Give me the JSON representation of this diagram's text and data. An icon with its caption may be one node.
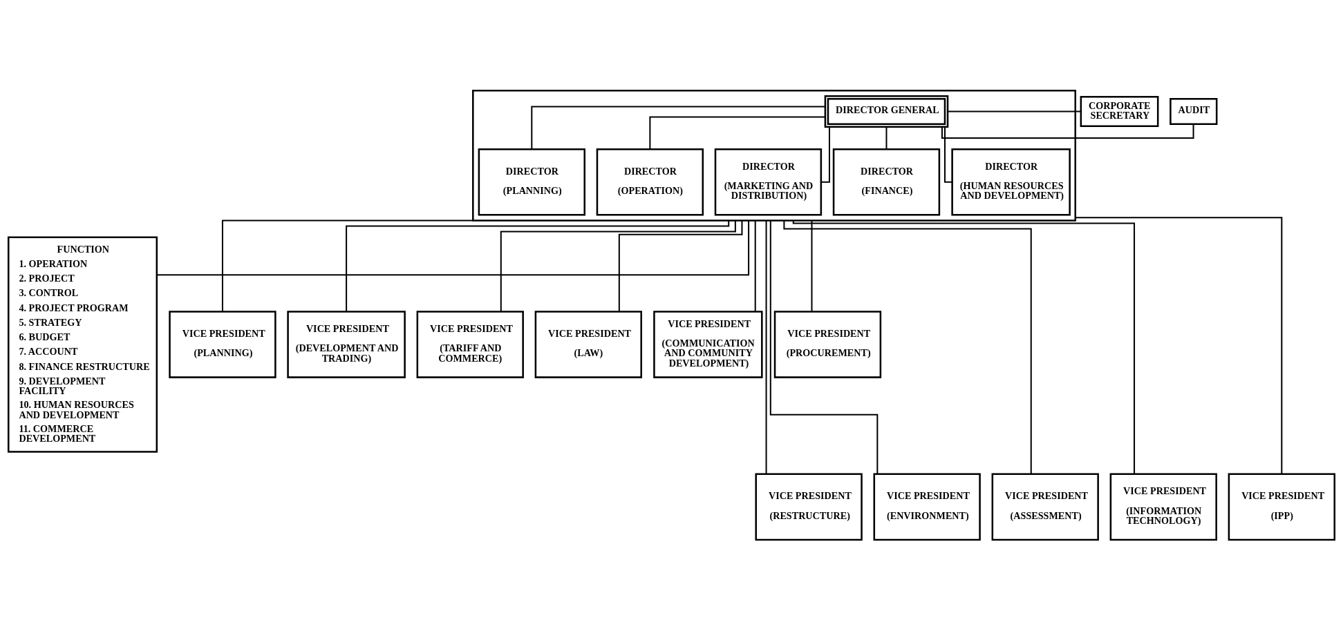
{
  "diagram": {
    "nodes": [
      {
        "text": [],
        "shape": "box"
      },
      {
        "text": [
          "DIRECTOR GENERAL"
        ],
        "in": 0
      },
      {
        "text": [
          "CORPORATE SECRETARY"
        ]
      },
      {
        "text": [
          "AUDIT"
        ]
      },
      {
        "text": [
          "DIRECTOR",
          "(PLANNING)"
        ],
        "in": 0
      },
      {
        "text": [
          "DIRECTOR",
          "(OPERATION)"
        ],
        "in": 0
      },
      {
        "text": [
          "DIRECTOR",
          "(MARKETING AND DISTRIBUTION)"
        ],
        "in": 0
      },
      {
        "text": [
          "DIRECTOR",
          "(FINANCE)"
        ],
        "in": 0
      },
      {
        "text": [
          "DIRECTOR",
          "(HUMAN RESOURCES AND DEVELOPMENT)"
        ],
        "in": 0
      },
      {
        "text": [
          "FUNCTION",
          "1. OPERATION",
          "2. PROJECT",
          "3. CONTROL",
          "4. PROJECT PROGRAM",
          "5. STRATEGY",
          "6. BUDGET",
          "7. ACCOUNT",
          "8. FINANCE RESTRUCTURE",
          "9. DEVELOPMENT FACILITY",
          "10. HUMAN RESOURCES AND DEVELOPMENT",
          "11. COMMERCE DEVELOPMENT"
        ]
      },
      {
        "text": [
          "VICE PRESIDENT",
          "(PLANNING)"
        ]
      },
      {
        "text": [
          "VICE PRESIDENT",
          "(DEVELOPMENT AND TRADING)"
        ]
      },
      {
        "text": [
          "VICE PRESIDENT",
          "(TARIFF AND COMMERCE)"
        ]
      },
      {
        "text": [
          "VICE PRESIDENT",
          "(LAW)"
        ]
      },
      {
        "text": [
          "VICE PRESIDENT",
          "(COMMUNICATION AND COMMUNITY DEVELOPMENT)"
        ]
      },
      {
        "text": [
          "VICE PRESIDENT",
          "(PROCUREMENT)"
        ]
      },
      {
        "text": [
          "VICE PRESIDENT",
          "(RESTRUCTURE)"
        ]
      },
      {
        "text": [
          "VICE PRESIDENT",
          "(ENVIRONMENT)"
        ]
      },
      {
        "text": [
          "VICE PRESIDENT",
          "(ASSESSMENT)"
        ]
      },
      {
        "text": [
          "VICE PRESIDENT",
          "(INFORMATION TECHNOLOGY)"
        ]
      },
      {
        "text": [
          "VICE PRESIDENT",
          "(IPP)"
        ]
      }
    ],
    "edges": [
      {
        "from": 1,
        "to": 2,
        "arrow": "none"
      },
      {
        "from": 1,
        "to": 3,
        "arrow": "none"
      },
      {
        "from": 1,
        "to": 4,
        "arrow": "none"
      },
      {
        "from": 1,
        "to": 5,
        "arrow": "none"
      },
      {
        "from": 1,
        "to": 6,
        "arrow": "none"
      },
      {
        "from": 1,
        "to": 7,
        "arrow": "none"
      },
      {
        "from": 1,
        "to": 8,
        "arrow": "none"
      },
      {
        "from": 0,
        "to": 9,
        "arrow": "none"
      },
      {
        "from": 0,
        "to": 10,
        "arrow": "none"
      },
      {
        "from": 0,
        "to": 11,
        "arrow": "none"
      },
      {
        "from": 0,
        "to": 12,
        "arrow": "none"
      },
      {
        "from": 0,
        "to": 13,
        "arrow": "none"
      },
      {
        "from": 0,
        "to": 14,
        "arrow": "none"
      },
      {
        "from": 0,
        "to": 15,
        "arrow": "none"
      },
      {
        "from": 0,
        "to": 16,
        "arrow": "none"
      },
      {
        "from": 0,
        "to": 17,
        "arrow": "none"
      },
      {
        "from": 0,
        "to": 18,
        "arrow": "none"
      },
      {
        "from": 0,
        "to": 19,
        "arrow": "none"
      },
      {
        "from": 0,
        "to": 20,
        "arrow": "none"
      }
    ]
  }
}
